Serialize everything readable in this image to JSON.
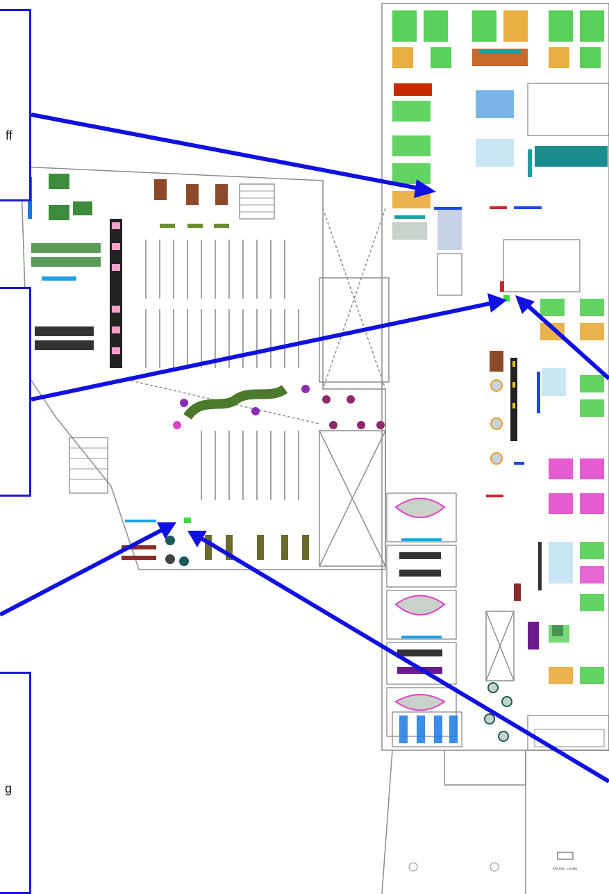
{
  "callouts": [
    {
      "id": "callout-staff",
      "visible_text": "ff"
    },
    {
      "id": "callout-middle",
      "visible_text": ""
    },
    {
      "id": "callout-bottom",
      "visible_text": "g"
    }
  ],
  "labels": {
    "kitchen": "kitchen condo"
  },
  "colors": {
    "arrow": "#1010e0",
    "callout_border": "#1a1acc",
    "wall": "#8c8c8c",
    "desk_green": "#3cc83c",
    "desk_orange": "#e6a020",
    "teal": "#1aa0a0",
    "pink": "#e040c8",
    "blue_bar": "#1a78e6",
    "grey_table": "#c8d2c8",
    "purple": "#6a1a8c",
    "brown": "#8c4a2a"
  }
}
